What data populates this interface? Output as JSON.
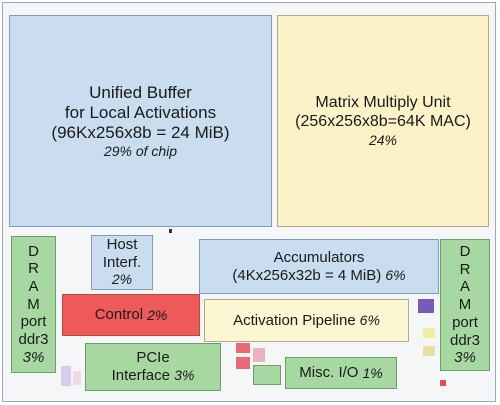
{
  "blocks": {
    "unified_buffer": {
      "line1": "Unified Buffer",
      "line2": "for Local Activations",
      "line3": "(96Kx256x8b = 24 MiB)",
      "note": "29% of chip"
    },
    "mmu": {
      "line1": "Matrix Multiply Unit",
      "line2": "(256x256x8b=64K MAC)",
      "note": "24%"
    },
    "host": {
      "line1": "Host",
      "line2": "Interf.",
      "pct": "2%"
    },
    "accumulators": {
      "line1": "Accumulators",
      "line2": "(4Kx256x32b = 4 MiB)",
      "pct": "6%"
    },
    "control": {
      "label": "Control",
      "pct": "2%"
    },
    "activation": {
      "label": "Activation Pipeline",
      "pct": "6%"
    },
    "pcie": {
      "line1": "PCIe",
      "line2": "Interface",
      "pct": "3%"
    },
    "misc": {
      "label": "Misc. I/O",
      "pct": "1%"
    },
    "dram_left": {
      "letters": [
        "D",
        "R",
        "A",
        "M"
      ],
      "word": "port",
      "type": "ddr3",
      "pct": "3%"
    },
    "dram_right": {
      "letters": [
        "D",
        "R",
        "A",
        "M"
      ],
      "word": "port",
      "type": "ddr3",
      "pct": "3%"
    }
  },
  "colors": {
    "blue": "#c9dcf0",
    "yellow": "#fbf2c8",
    "green": "#a8d8a2",
    "red": "#ee5a5a"
  }
}
